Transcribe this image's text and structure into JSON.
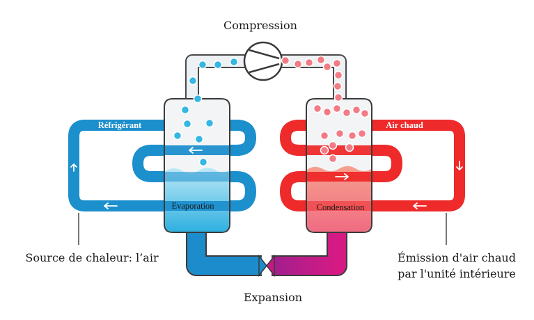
{
  "labels": {
    "compression": "Compression",
    "expansion": "Expansion",
    "refrigerant": "Réfrigérant",
    "hot_air": "Air chaud",
    "evaporation": "Evaporation",
    "condensation": "Condensation",
    "heat_source": "Source de chaleur: l’air",
    "emission_line1": "Émission d'air chaud",
    "emission_line2": "par l'unité intérieure"
  },
  "colors": {
    "cold_pipe": "#1c8fcd",
    "hot_pipe": "#ee2a2a",
    "cold_liquid": "#49bce4",
    "hot_liquid": "#f58c8a",
    "expansion_cold": "#1d8ccc",
    "expansion_hot": "#c31a86"
  }
}
